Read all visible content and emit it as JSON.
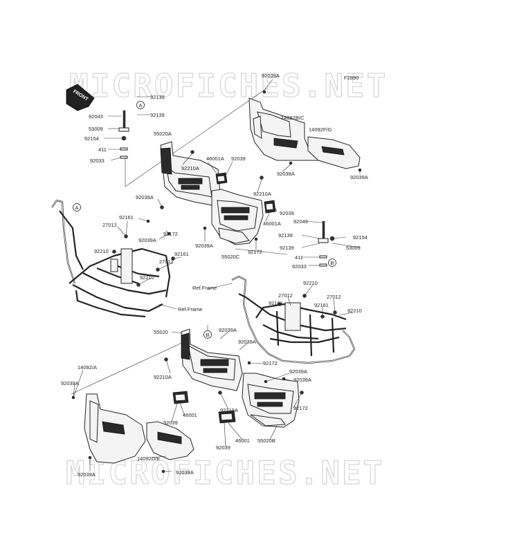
{
  "watermark": {
    "top": "MICROFICHES.NET",
    "bottom": "MICROFICHES.NET"
  },
  "figure_code": "F2890",
  "front_label": "FRONT",
  "markers": {
    "a": "A",
    "b": "B"
  },
  "labels": [
    {
      "id": "l1",
      "text": "92039A"
    },
    {
      "id": "l2",
      "text": "92139"
    },
    {
      "id": "l3",
      "text": "92139"
    },
    {
      "id": "l4",
      "text": "92043"
    },
    {
      "id": "l5",
      "text": "53009"
    },
    {
      "id": "l6",
      "text": "92154"
    },
    {
      "id": "l7",
      "text": "411"
    },
    {
      "id": "l8",
      "text": "92033"
    },
    {
      "id": "l9",
      "text": "55020A"
    },
    {
      "id": "l10",
      "text": "92210A"
    },
    {
      "id": "l11",
      "text": "46001A"
    },
    {
      "id": "l12",
      "text": "92039"
    },
    {
      "id": "l13",
      "text": "14092B/C"
    },
    {
      "id": "l14",
      "text": "14092F/G"
    },
    {
      "id": "l15",
      "text": "92039A"
    },
    {
      "id": "l16",
      "text": "92039A"
    },
    {
      "id": "l17",
      "text": "92210A"
    },
    {
      "id": "l18",
      "text": "92039A"
    },
    {
      "id": "l19",
      "text": "92039"
    },
    {
      "id": "l20",
      "text": "92161"
    },
    {
      "id": "l21",
      "text": "27012"
    },
    {
      "id": "l22",
      "text": "92172"
    },
    {
      "id": "l23",
      "text": "92039A"
    },
    {
      "id": "l24",
      "text": "92039A"
    },
    {
      "id": "l25",
      "text": "46001A"
    },
    {
      "id": "l26",
      "text": "92043"
    },
    {
      "id": "l27",
      "text": "92154"
    },
    {
      "id": "l28",
      "text": "92139"
    },
    {
      "id": "l29",
      "text": "53009"
    },
    {
      "id": "l30",
      "text": "92139"
    },
    {
      "id": "l31",
      "text": "411"
    },
    {
      "id": "l32",
      "text": "92033"
    },
    {
      "id": "l33",
      "text": "92210"
    },
    {
      "id": "l34",
      "text": "27012"
    },
    {
      "id": "l35",
      "text": "92161"
    },
    {
      "id": "l36",
      "text": "92210"
    },
    {
      "id": "l37",
      "text": "55020C"
    },
    {
      "id": "l38",
      "text": "92172"
    },
    {
      "id": "l39",
      "text": "Ref.Frame"
    },
    {
      "id": "l40",
      "text": "92210"
    },
    {
      "id": "l41",
      "text": "27012"
    },
    {
      "id": "l42",
      "text": "92161"
    },
    {
      "id": "l43",
      "text": "27012"
    },
    {
      "id": "l44",
      "text": "92161"
    },
    {
      "id": "l45",
      "text": "92210"
    },
    {
      "id": "l46",
      "text": "Ref.Frame"
    },
    {
      "id": "l47",
      "text": "55020"
    },
    {
      "id": "l48",
      "text": "92039A"
    },
    {
      "id": "l49",
      "text": "92039A"
    },
    {
      "id": "l50",
      "text": "92172"
    },
    {
      "id": "l51",
      "text": "14092/A"
    },
    {
      "id": "l52",
      "text": "92039A"
    },
    {
      "id": "l53",
      "text": "92210A"
    },
    {
      "id": "l54",
      "text": "92039A"
    },
    {
      "id": "l55",
      "text": "92039A"
    },
    {
      "id": "l56",
      "text": "46001"
    },
    {
      "id": "l57",
      "text": "92039"
    },
    {
      "id": "l58",
      "text": "92210A"
    },
    {
      "id": "l59",
      "text": "92172"
    },
    {
      "id": "l60",
      "text": "46001"
    },
    {
      "id": "l61",
      "text": "55020B"
    },
    {
      "id": "l62",
      "text": "92039"
    },
    {
      "id": "l63",
      "text": "14092D/E"
    },
    {
      "id": "l64",
      "text": "92039A"
    },
    {
      "id": "l65",
      "text": "92039A"
    }
  ]
}
